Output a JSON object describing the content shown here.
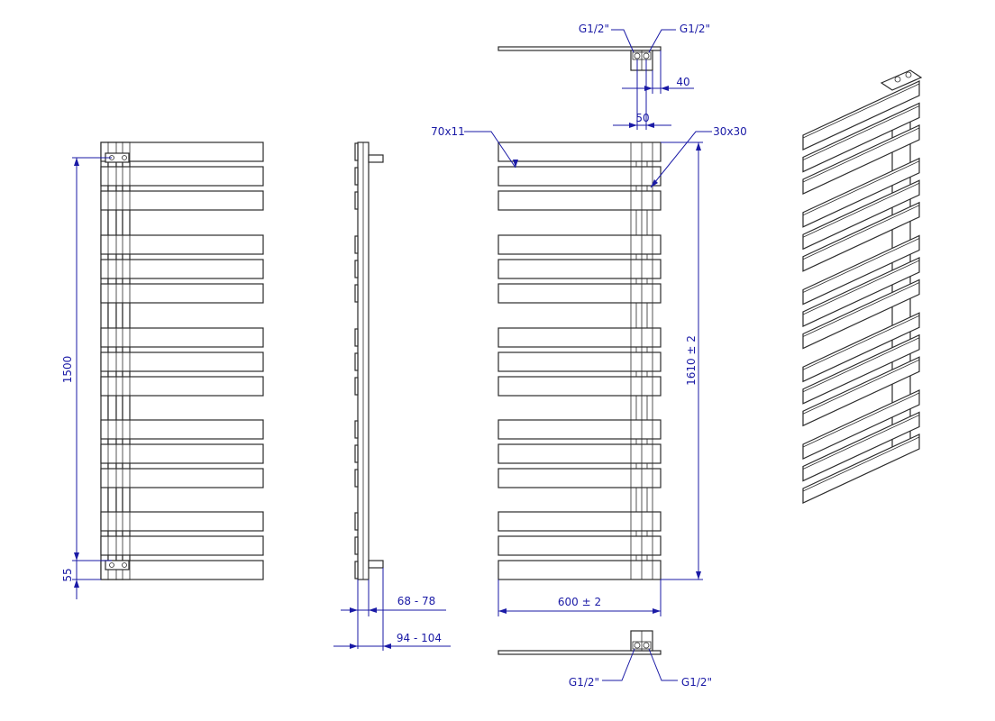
{
  "dimensions": {
    "height_1500": "1500",
    "offset_55": "55",
    "depth_68_78": "68 - 78",
    "depth_94_104": "94 - 104",
    "width_600": "600 ± 2",
    "height_1610": "1610 ± 2",
    "gap_40": "40",
    "gap_50": "50"
  },
  "labels": {
    "bar_size": "70x11",
    "tube_size": "30x30",
    "top_left_thread": "G1/2\"",
    "top_right_thread": "G1/2\"",
    "bottom_left_thread": "G1/2\"",
    "bottom_right_thread": "G1/2\""
  },
  "colors": {
    "line": "#2b2b2b",
    "dimension": "#1a1aa6",
    "background": "#ffffff"
  }
}
